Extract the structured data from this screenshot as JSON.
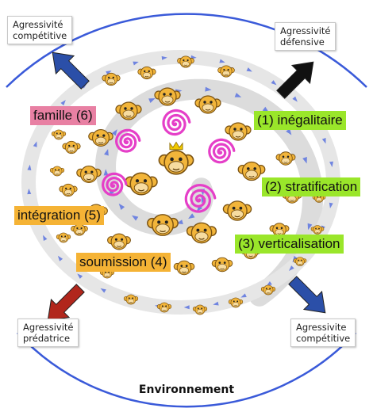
{
  "corner_boxes": {
    "top_left": [
      "Agressivité",
      "compétitive"
    ],
    "top_right": [
      "Agressivité",
      "défensive"
    ],
    "bottom_left": [
      "Agressivité",
      "prédatrice"
    ],
    "bottom_right": [
      "Agressivite",
      "compétitive"
    ]
  },
  "stages": {
    "s1": "(1) inégalitaire",
    "s2": "(2) stratification",
    "s3": "(3) verticalisation",
    "s4": "soumission (4)",
    "s5": "intégration (5)",
    "s6": "famille (6)"
  },
  "environment": "Environnement",
  "colors": {
    "green": "#9ae62a",
    "orange": "#f5b335",
    "pink": "#e880a3",
    "circle": "#3a5ad9",
    "spiral": "#dcdcdc",
    "swirl": "#e53fc8",
    "arrow_blue": "#2b4fa8",
    "arrow_black": "#111111",
    "arrow_red": "#b1261c",
    "dot_arrow": "#6f84e0",
    "monkey": "#f2b53a"
  },
  "icons": [
    "monkey-icon",
    "swirl-icon",
    "arrow-icon",
    "crown-icon"
  ]
}
